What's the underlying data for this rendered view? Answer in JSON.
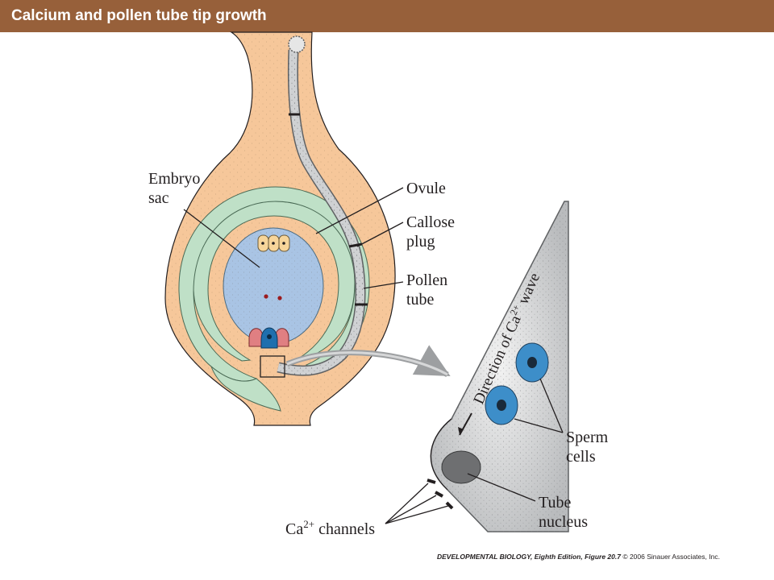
{
  "header": {
    "title": "Calcium and pollen tube tip growth"
  },
  "labels": {
    "embryo_sac": [
      "Embryo",
      "sac"
    ],
    "ovule": "Ovule",
    "callose_plug": [
      "Callose",
      "plug"
    ],
    "pollen_tube": [
      "Pollen",
      "tube"
    ],
    "direction_base": "Direction of Ca",
    "direction_sup": "2+",
    "direction_end": " wave",
    "sperm_cells": [
      "Sperm",
      "cells"
    ],
    "tube_nucleus": [
      "Tube",
      "nucleus"
    ],
    "ca_base": "Ca",
    "ca_sup": "2+",
    "ca_end": " channels"
  },
  "caption": {
    "book": "DEVELOPMENTAL BIOLOGY, Eighth Edition, Figure 20.7",
    "copyright": "© 2006 Sinauer Associates, Inc."
  },
  "colors": {
    "title_bar": "#97603a",
    "ovary": "#f6c79a",
    "integument": "#bfe0c7",
    "embryo_sac": "#a9c4e4",
    "pollen_tube": "#cfd1d3",
    "sperm_cell": "#3d8ec9",
    "synergid": "#e07f82",
    "egg_cell": "#1f6fae",
    "antipodal": "#f7d59a",
    "tube_nucleus": "#6e6f71"
  }
}
